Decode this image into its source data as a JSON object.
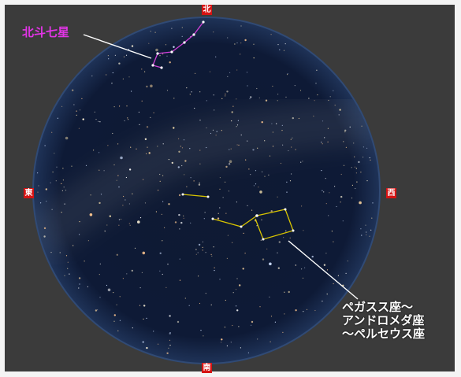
{
  "directions": {
    "north": "北",
    "east": "東",
    "west": "西",
    "south": "南"
  },
  "labels": {
    "big_dipper": "北斗七星",
    "pegasus_line1": "ペガスス座～",
    "pegasus_line2": "アンドロメダ座",
    "pegasus_line3": "～ペルセウス座"
  },
  "colors": {
    "frame": "#3b3b3b",
    "sky": "#0c1630",
    "sky_edge": "#2c4268",
    "direction_marker": "#d61313",
    "big_dipper_line": "#d040d8",
    "pegasus_line": "#d8c400",
    "pointer_line": "#ffffff"
  }
}
